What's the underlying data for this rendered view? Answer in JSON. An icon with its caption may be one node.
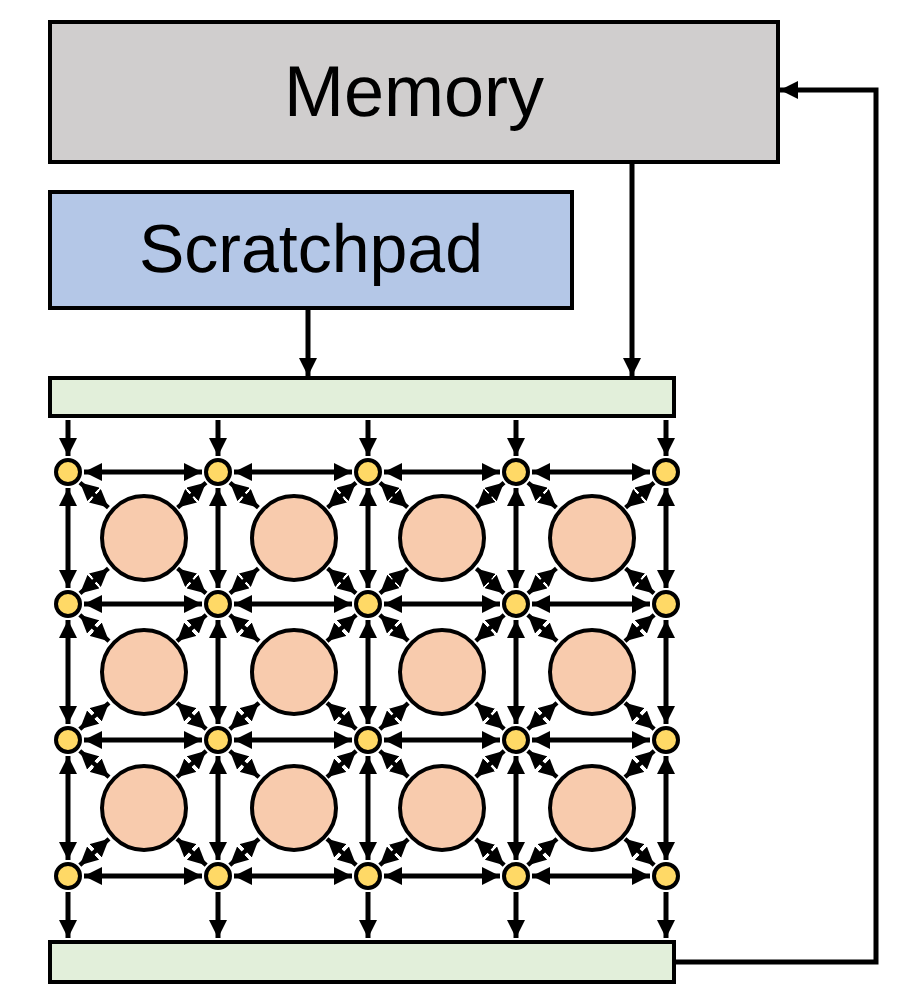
{
  "diagram": {
    "nodes": [
      {
        "text": [
          "Memory"
        ]
      },
      {
        "text": [
          "Scratchpad"
        ]
      },
      {
        "text": [],
        "shape": "bar"
      },
      {
        "text": [],
        "shape": "circle"
      },
      {
        "text": [],
        "shape": "circle"
      },
      {
        "text": [],
        "shape": "circle"
      },
      {
        "text": [],
        "shape": "circle"
      },
      {
        "text": [],
        "shape": "circle"
      },
      {
        "text": [],
        "shape": "circle"
      },
      {
        "text": [],
        "shape": "circle"
      },
      {
        "text": [],
        "shape": "circle"
      },
      {
        "text": [],
        "shape": "circle"
      },
      {
        "text": [],
        "shape": "circle"
      },
      {
        "text": [],
        "shape": "circle"
      },
      {
        "text": [],
        "shape": "circle"
      },
      {
        "text": [],
        "shape": "circle"
      },
      {
        "text": [],
        "shape": "circle"
      },
      {
        "text": [],
        "shape": "circle"
      },
      {
        "text": [],
        "shape": "circle"
      },
      {
        "text": [],
        "shape": "circle"
      },
      {
        "text": [],
        "shape": "circle"
      },
      {
        "text": [],
        "shape": "circle"
      },
      {
        "text": [],
        "shape": "circle"
      },
      {
        "text": [],
        "shape": "circle"
      },
      {
        "text": [],
        "shape": "circle"
      },
      {
        "text": [],
        "shape": "circle"
      },
      {
        "text": [],
        "shape": "circle"
      },
      {
        "text": [],
        "shape": "circle"
      },
      {
        "text": [],
        "shape": "circle"
      },
      {
        "text": [],
        "shape": "circle"
      },
      {
        "text": [],
        "shape": "circle"
      },
      {
        "text": [],
        "shape": "circle"
      },
      {
        "text": [],
        "shape": "circle"
      },
      {
        "text": [],
        "shape": "circle"
      },
      {
        "text": [],
        "shape": "circle"
      },
      {
        "text": [],
        "shape": "bar"
      }
    ],
    "edges": [
      {
        "from": 0,
        "to": 2,
        "arrow": "to"
      },
      {
        "from": 1,
        "to": 2,
        "arrow": "to"
      },
      {
        "from": 35,
        "to": 0,
        "arrow": "to"
      },
      {
        "from": 2,
        "to": 3,
        "arrow": "to"
      },
      {
        "from": 2,
        "to": 4,
        "arrow": "to"
      },
      {
        "from": 2,
        "to": 5,
        "arrow": "to"
      },
      {
        "from": 2,
        "to": 6,
        "arrow": "to"
      },
      {
        "from": 2,
        "to": 7,
        "arrow": "to"
      },
      {
        "from": 3,
        "to": 4,
        "arrow": "both"
      },
      {
        "from": 4,
        "to": 5,
        "arrow": "both"
      },
      {
        "from": 5,
        "to": 6,
        "arrow": "both"
      },
      {
        "from": 6,
        "to": 7,
        "arrow": "both"
      },
      {
        "from": 8,
        "to": 9,
        "arrow": "both"
      },
      {
        "from": 9,
        "to": 10,
        "arrow": "both"
      },
      {
        "from": 10,
        "to": 11,
        "arrow": "both"
      },
      {
        "from": 11,
        "to": 12,
        "arrow": "both"
      },
      {
        "from": 13,
        "to": 14,
        "arrow": "both"
      },
      {
        "from": 14,
        "to": 15,
        "arrow": "both"
      },
      {
        "from": 15,
        "to": 16,
        "arrow": "both"
      },
      {
        "from": 16,
        "to": 17,
        "arrow": "both"
      },
      {
        "from": 18,
        "to": 19,
        "arrow": "both"
      },
      {
        "from": 19,
        "to": 20,
        "arrow": "both"
      },
      {
        "from": 20,
        "to": 21,
        "arrow": "both"
      },
      {
        "from": 21,
        "to": 22,
        "arrow": "both"
      },
      {
        "from": 3,
        "to": 8,
        "arrow": "both"
      },
      {
        "from": 4,
        "to": 9,
        "arrow": "both"
      },
      {
        "from": 5,
        "to": 10,
        "arrow": "both"
      },
      {
        "from": 6,
        "to": 11,
        "arrow": "both"
      },
      {
        "from": 7,
        "to": 12,
        "arrow": "both"
      },
      {
        "from": 8,
        "to": 13,
        "arrow": "both"
      },
      {
        "from": 9,
        "to": 14,
        "arrow": "both"
      },
      {
        "from": 10,
        "to": 15,
        "arrow": "both"
      },
      {
        "from": 11,
        "to": 16,
        "arrow": "both"
      },
      {
        "from": 12,
        "to": 17,
        "arrow": "both"
      },
      {
        "from": 13,
        "to": 18,
        "arrow": "both"
      },
      {
        "from": 14,
        "to": 19,
        "arrow": "both"
      },
      {
        "from": 15,
        "to": 20,
        "arrow": "both"
      },
      {
        "from": 16,
        "to": 21,
        "arrow": "both"
      },
      {
        "from": 17,
        "to": 22,
        "arrow": "both"
      },
      {
        "from": 18,
        "to": 35,
        "arrow": "to"
      },
      {
        "from": 19,
        "to": 35,
        "arrow": "to"
      },
      {
        "from": 20,
        "to": 35,
        "arrow": "to"
      },
      {
        "from": 21,
        "to": 35,
        "arrow": "to"
      },
      {
        "from": 22,
        "to": 35,
        "arrow": "to"
      },
      {
        "from": 3,
        "to": 23,
        "arrow": "both"
      },
      {
        "from": 4,
        "to": 23,
        "arrow": "both"
      },
      {
        "from": 8,
        "to": 23,
        "arrow": "both"
      },
      {
        "from": 9,
        "to": 23,
        "arrow": "both"
      },
      {
        "from": 4,
        "to": 24,
        "arrow": "both"
      },
      {
        "from": 5,
        "to": 24,
        "arrow": "both"
      },
      {
        "from": 9,
        "to": 24,
        "arrow": "both"
      },
      {
        "from": 10,
        "to": 24,
        "arrow": "both"
      },
      {
        "from": 5,
        "to": 25,
        "arrow": "both"
      },
      {
        "from": 6,
        "to": 25,
        "arrow": "both"
      },
      {
        "from": 10,
        "to": 25,
        "arrow": "both"
      },
      {
        "from": 11,
        "to": 25,
        "arrow": "both"
      },
      {
        "from": 6,
        "to": 26,
        "arrow": "both"
      },
      {
        "from": 7,
        "to": 26,
        "arrow": "both"
      },
      {
        "from": 11,
        "to": 26,
        "arrow": "both"
      },
      {
        "from": 12,
        "to": 26,
        "arrow": "both"
      },
      {
        "from": 8,
        "to": 27,
        "arrow": "both"
      },
      {
        "from": 9,
        "to": 27,
        "arrow": "both"
      },
      {
        "from": 13,
        "to": 27,
        "arrow": "both"
      },
      {
        "from": 14,
        "to": 27,
        "arrow": "both"
      },
      {
        "from": 9,
        "to": 28,
        "arrow": "both"
      },
      {
        "from": 10,
        "to": 28,
        "arrow": "both"
      },
      {
        "from": 14,
        "to": 28,
        "arrow": "both"
      },
      {
        "from": 15,
        "to": 28,
        "arrow": "both"
      },
      {
        "from": 10,
        "to": 29,
        "arrow": "both"
      },
      {
        "from": 11,
        "to": 29,
        "arrow": "both"
      },
      {
        "from": 15,
        "to": 29,
        "arrow": "both"
      },
      {
        "from": 16,
        "to": 29,
        "arrow": "both"
      },
      {
        "from": 11,
        "to": 30,
        "arrow": "both"
      },
      {
        "from": 12,
        "to": 30,
        "arrow": "both"
      },
      {
        "from": 16,
        "to": 30,
        "arrow": "both"
      },
      {
        "from": 17,
        "to": 30,
        "arrow": "both"
      },
      {
        "from": 13,
        "to": 31,
        "arrow": "both"
      },
      {
        "from": 14,
        "to": 31,
        "arrow": "both"
      },
      {
        "from": 18,
        "to": 31,
        "arrow": "both"
      },
      {
        "from": 19,
        "to": 31,
        "arrow": "both"
      },
      {
        "from": 14,
        "to": 32,
        "arrow": "both"
      },
      {
        "from": 15,
        "to": 32,
        "arrow": "both"
      },
      {
        "from": 19,
        "to": 32,
        "arrow": "both"
      },
      {
        "from": 20,
        "to": 32,
        "arrow": "both"
      },
      {
        "from": 15,
        "to": 33,
        "arrow": "both"
      },
      {
        "from": 16,
        "to": 33,
        "arrow": "both"
      },
      {
        "from": 20,
        "to": 33,
        "arrow": "both"
      },
      {
        "from": 21,
        "to": 33,
        "arrow": "both"
      },
      {
        "from": 16,
        "to": 34,
        "arrow": "both"
      },
      {
        "from": 17,
        "to": 34,
        "arrow": "both"
      },
      {
        "from": 21,
        "to": 34,
        "arrow": "both"
      },
      {
        "from": 22,
        "to": 34,
        "arrow": "both"
      }
    ]
  }
}
